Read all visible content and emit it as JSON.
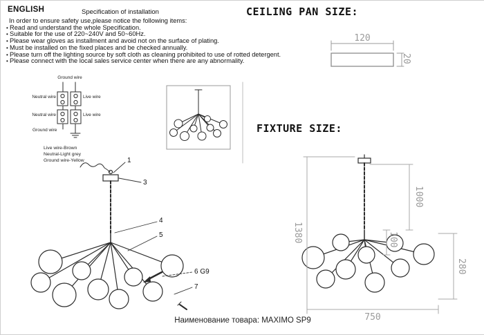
{
  "header": {
    "language": "ENGLISH",
    "ceiling_pan_heading": "CEILING PAN SIZE:",
    "fixture_heading": "FIXTURE SIZE:"
  },
  "spec": {
    "title": "Specification of installation",
    "intro": "In order to ensure safety use,please notice the following items:",
    "items": [
      "Read and understand the whole Specification.",
      "Suitable for the use of 220~240V and 50~60Hz.",
      "Please wear gloves as installment and avoid not on the surface of plating.",
      "Must be installed on the fixed places and be checked annually.",
      "Please turn off the lighting source by soft cloth as cleaning prohibited to use of rotted detergent.",
      "Please connect with the local sales service center when there are any abnormality."
    ]
  },
  "wiring": {
    "ground_top": "Ground wire",
    "neutral_upper": "Neutral wire",
    "live_upper": "Live wire",
    "neutral_lower": "Neutral wire",
    "live_lower": "Live wire",
    "ground_bottom": "Ground wire",
    "legend": [
      "Live wire-Brown",
      "Neutral-Light grey",
      "Ground wire-Yellow"
    ]
  },
  "dimensions": {
    "pan_width": "120",
    "pan_height": "20",
    "total_height": "1380",
    "chain_length": "1000",
    "stem": "100",
    "body_height": "280",
    "body_width": "750"
  },
  "callouts": {
    "c1": "1",
    "c3": "3",
    "c4": "4",
    "c5": "5",
    "c6": "6 G9",
    "c7": "7"
  },
  "footer": {
    "product": "Наименование товара: MAXIMO SP9"
  }
}
